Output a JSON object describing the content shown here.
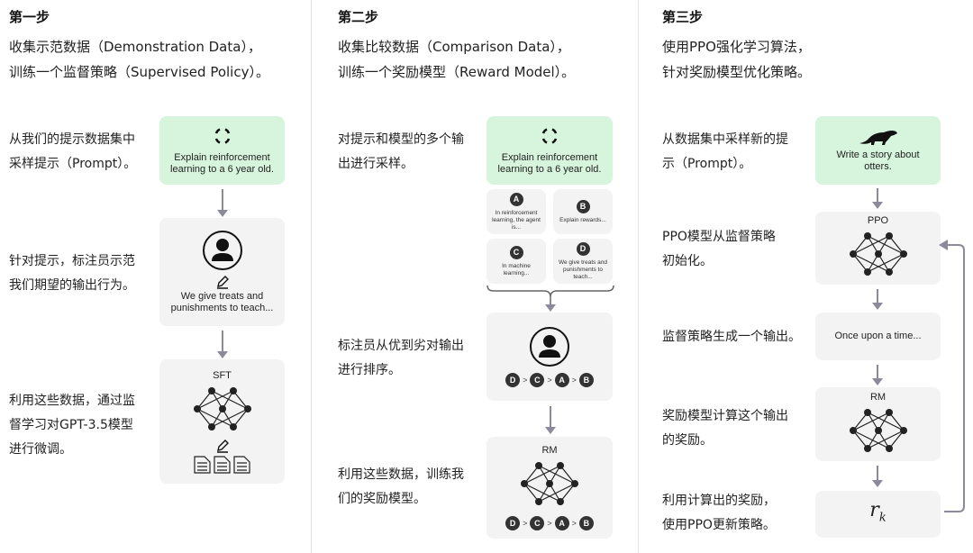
{
  "steps": [
    {
      "title": "第一步",
      "subtitle": [
        "收集示范数据（Demonstration Data），",
        "训练一个监督策略（Supervised Policy）。"
      ],
      "notes": [
        [
          "从我们的提示数据集中",
          "采样提示（Prompt）。"
        ],
        [
          "针对提示，标注员示范",
          "我们期望的输出行为。"
        ],
        [
          "利用这些数据，通过监",
          "督学习对GPT-3.5模型",
          "进行微调。"
        ]
      ],
      "prompt": "Explain reinforcement learning to a 6 year old.",
      "demo": "We give treats and punishments to teach...",
      "model": "SFT"
    },
    {
      "title": "第二步",
      "subtitle": [
        "收集比较数据（Comparison Data），",
        "训练一个奖励模型（Reward Model）。"
      ],
      "notes": [
        [
          "对提示和模型的多个输",
          "出进行采样。"
        ],
        [
          "标注员从优到劣对输出",
          "进行排序。"
        ],
        [
          "利用这些数据，训练我",
          "们的奖励模型。"
        ]
      ],
      "prompt": "Explain reinforcement learning to a 6 year old.",
      "outputs": [
        {
          "id": "A",
          "text": "In reinforcement learning, the agent is..."
        },
        {
          "id": "B",
          "text": "Explain rewards..."
        },
        {
          "id": "C",
          "text": "In machine learning..."
        },
        {
          "id": "D",
          "text": "We give treats and punishments to teach..."
        }
      ],
      "ranking": [
        "D",
        "C",
        "A",
        "B"
      ],
      "gt": ">",
      "model": "RM"
    },
    {
      "title": "第三步",
      "subtitle": [
        "使用PPO强化学习算法，",
        "针对奖励模型优化策略。"
      ],
      "notes": [
        [
          "从数据集中采样新的提",
          "示（Prompt）。"
        ],
        [
          "PPO模型从监督策略",
          "初始化。"
        ],
        [
          "监督策略生成一个输出。"
        ],
        [
          "奖励模型计算这个输出",
          "的奖励。"
        ],
        [
          "利用计算出的奖励，",
          "使用PPO更新策略。"
        ]
      ],
      "prompt": "Write a story about otters.",
      "policy": "PPO",
      "output": "Once upon a time...",
      "model": "RM",
      "reward": "r",
      "reward_sub": "k"
    }
  ]
}
